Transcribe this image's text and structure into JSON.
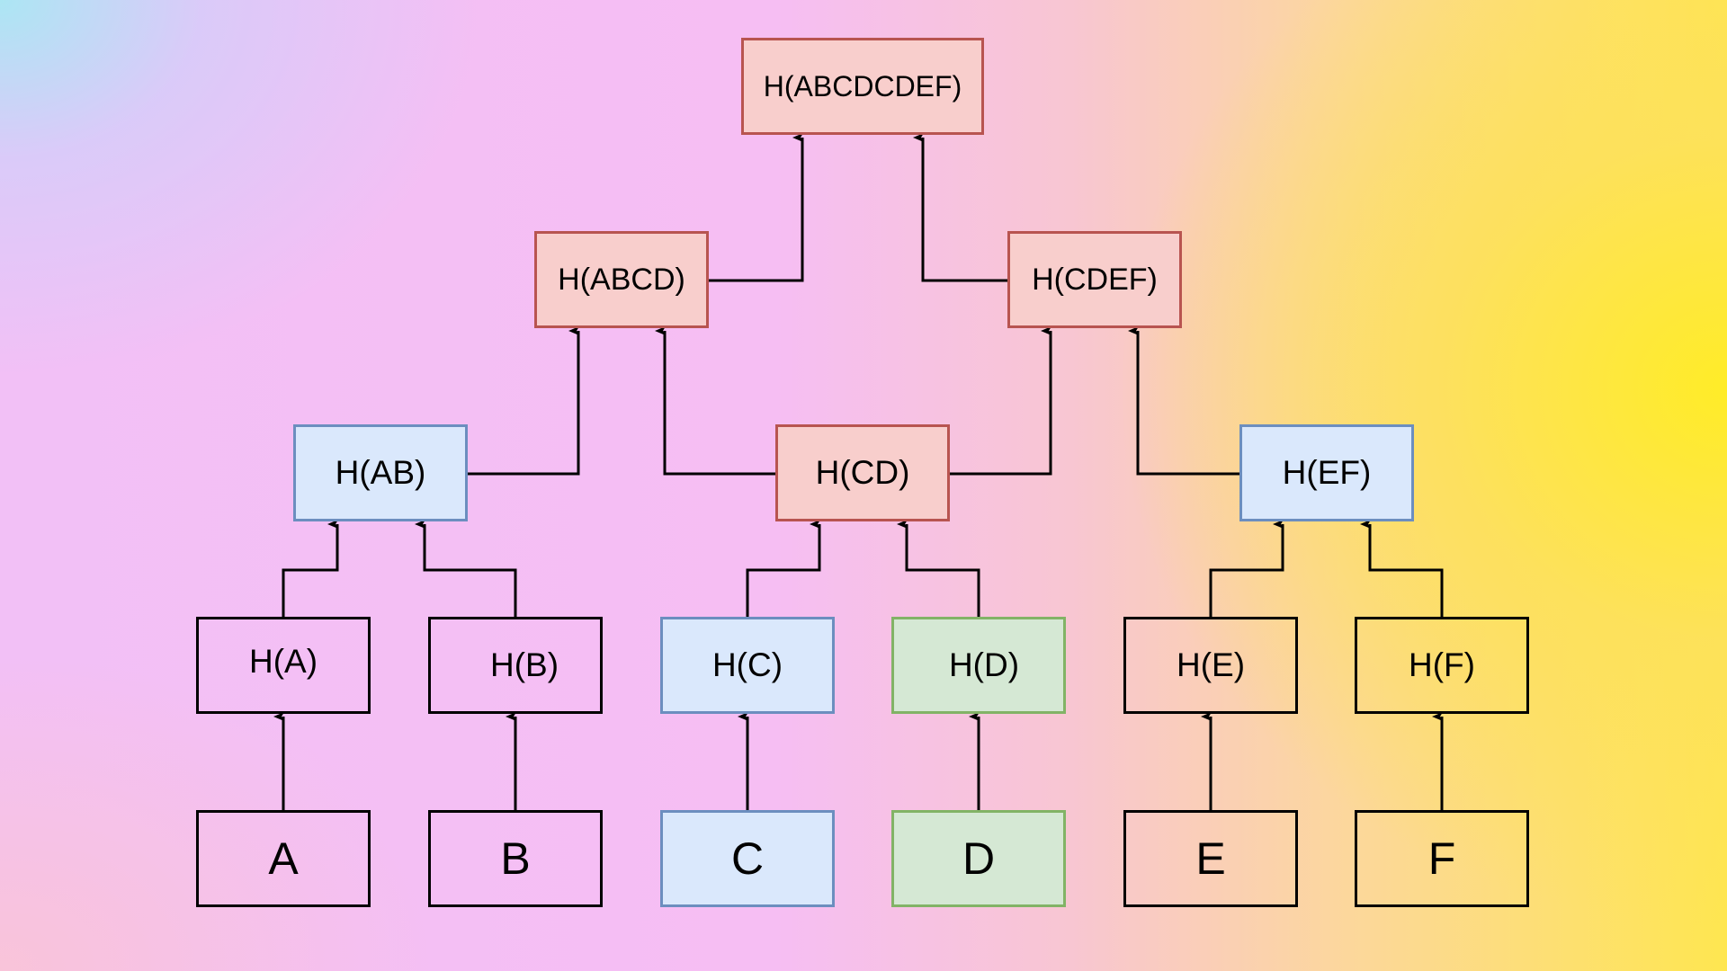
{
  "diagram": {
    "root": {
      "label": "H(ABCDCDEF)"
    },
    "level2": [
      {
        "id": "abcd",
        "label": "H(ABCD)"
      },
      {
        "id": "cdef",
        "label": "H(CDEF)"
      }
    ],
    "level3": [
      {
        "id": "ab",
        "label": "H(AB)"
      },
      {
        "id": "cd",
        "label": "H(CD)"
      },
      {
        "id": "ef",
        "label": "H(EF)"
      }
    ],
    "hashes": [
      {
        "id": "ha",
        "label": "H(A)"
      },
      {
        "id": "hb",
        "label": "H(B)"
      },
      {
        "id": "hc",
        "label": "H(C)"
      },
      {
        "id": "hd",
        "label": "H(D)"
      },
      {
        "id": "he",
        "label": "H(E)"
      },
      {
        "id": "hf",
        "label": "H(F)"
      }
    ],
    "leaves": [
      {
        "id": "a",
        "label": "A"
      },
      {
        "id": "b",
        "label": "B"
      },
      {
        "id": "c",
        "label": "C"
      },
      {
        "id": "d",
        "label": "D"
      },
      {
        "id": "e",
        "label": "E"
      },
      {
        "id": "f",
        "label": "F"
      }
    ],
    "colors": {
      "red_fill": "#f8cecc",
      "red_stroke": "#b85450",
      "blue_fill": "#dae8fc",
      "blue_stroke": "#6c8ebf",
      "green_fill": "#d5e8d4",
      "green_stroke": "#82b366",
      "edge": "#000000"
    }
  }
}
